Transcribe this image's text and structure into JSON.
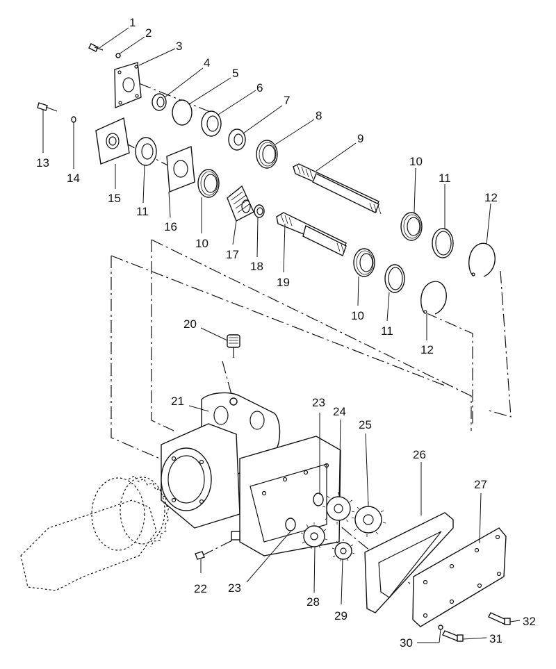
{
  "callouts": [
    {
      "id": "c1",
      "text": "1"
    },
    {
      "id": "c2",
      "text": "2"
    },
    {
      "id": "c3",
      "text": "3"
    },
    {
      "id": "c4",
      "text": "4"
    },
    {
      "id": "c5",
      "text": "5"
    },
    {
      "id": "c6",
      "text": "6"
    },
    {
      "id": "c7",
      "text": "7"
    },
    {
      "id": "c8",
      "text": "8"
    },
    {
      "id": "c9",
      "text": "9"
    },
    {
      "id": "c10a",
      "text": "10"
    },
    {
      "id": "c11a",
      "text": "11"
    },
    {
      "id": "c12a",
      "text": "12"
    },
    {
      "id": "c13",
      "text": "13"
    },
    {
      "id": "c14",
      "text": "14"
    },
    {
      "id": "c15",
      "text": "15"
    },
    {
      "id": "c11b",
      "text": "11"
    },
    {
      "id": "c16",
      "text": "16"
    },
    {
      "id": "c10b",
      "text": "10"
    },
    {
      "id": "c17",
      "text": "17"
    },
    {
      "id": "c18",
      "text": "18"
    },
    {
      "id": "c19",
      "text": "19"
    },
    {
      "id": "c10c",
      "text": "10"
    },
    {
      "id": "c11c",
      "text": "11"
    },
    {
      "id": "c12b",
      "text": "12"
    },
    {
      "id": "c20",
      "text": "20"
    },
    {
      "id": "c21",
      "text": "21"
    },
    {
      "id": "c23a",
      "text": "23"
    },
    {
      "id": "c24",
      "text": "24"
    },
    {
      "id": "c25",
      "text": "25"
    },
    {
      "id": "c26",
      "text": "26"
    },
    {
      "id": "c27",
      "text": "27"
    },
    {
      "id": "c22",
      "text": "22"
    },
    {
      "id": "c23b",
      "text": "23"
    },
    {
      "id": "c28",
      "text": "28"
    },
    {
      "id": "c29",
      "text": "29"
    },
    {
      "id": "c32",
      "text": "32"
    },
    {
      "id": "c30",
      "text": "30"
    },
    {
      "id": "c31",
      "text": "31"
    }
  ]
}
